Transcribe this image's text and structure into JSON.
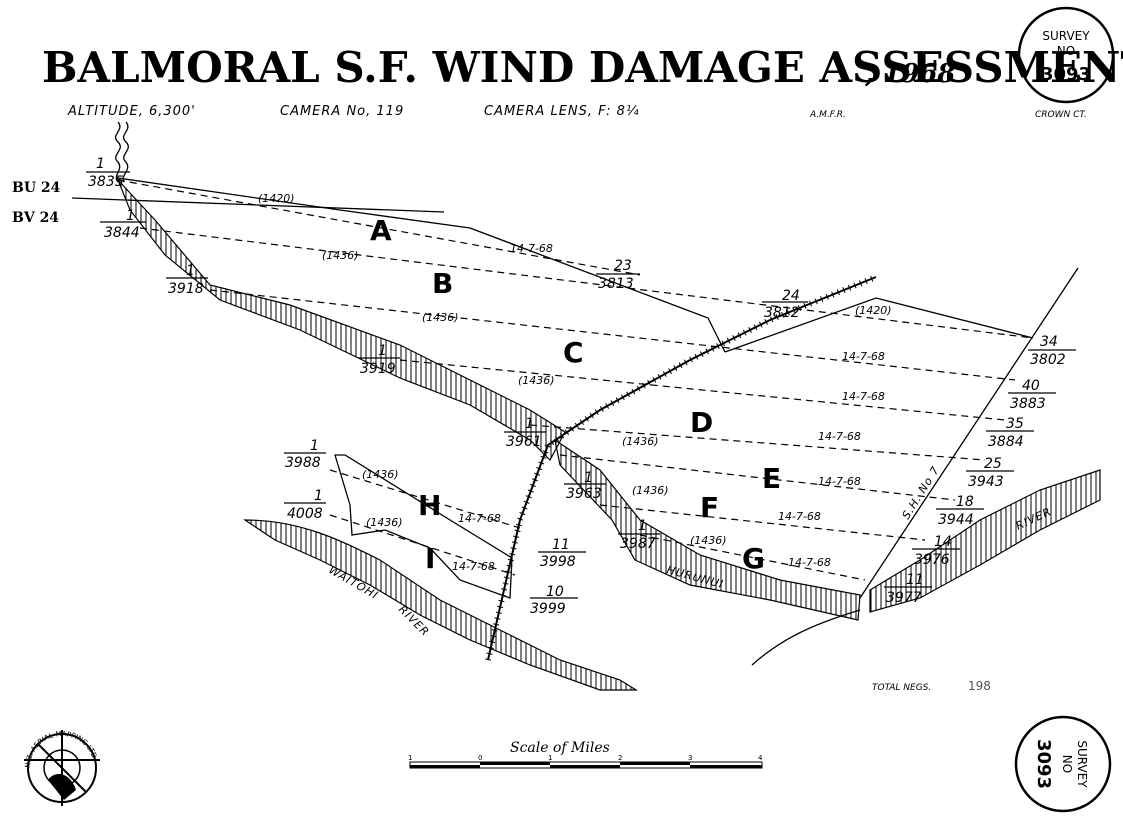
{
  "title": "BALMORAL S.F. WIND DAMAGE ASSESSMENT",
  "year": ", 1968",
  "subtitle": {
    "altitude": "ALTITUDE, 6,300'",
    "camera": "CAMERA No, 119",
    "lens": "CAMERA LENS, F: 8¼",
    "initials": "A.M.F.R.",
    "crown": "CROWN CT."
  },
  "survey_stamp": {
    "label_top": "SURVEY",
    "label_no": "NO",
    "number": "3093"
  },
  "grid_labels": {
    "bu": "BU 24",
    "bv": "BV 24"
  },
  "runs": [
    {
      "letter": "A",
      "altitude": "(1420)",
      "date": "14-7-68",
      "start_run": "1",
      "start_photo": "3835",
      "end_run": "23",
      "end_photo": "3813"
    },
    {
      "letter": "B",
      "altitude": "(1436)",
      "date": "",
      "start_run": "1",
      "start_photo": "3844",
      "end_run": "24",
      "end_photo": "3812"
    },
    {
      "letter": "C",
      "altitude": "(1436)",
      "date": "14-7-68",
      "start_run": "1",
      "start_photo": "3918",
      "end_run": "34",
      "end_photo": "3802",
      "end_altitude": "(1420)"
    },
    {
      "letter": "D",
      "altitude": "(1436)",
      "date": "14-7-68",
      "start_run": "1",
      "start_photo": "3919",
      "end_run": "40",
      "end_photo": "3883"
    },
    {
      "letter": "E",
      "altitude": "(1436)",
      "date": "14-7-68",
      "start_run": "1",
      "start_photo": "3961",
      "end_run": "35",
      "end_photo": "3884"
    },
    {
      "letter": "F",
      "altitude": "(1436)",
      "date": "14-7-68",
      "start_run": "1",
      "start_photo": "3963",
      "end_run": "25",
      "end_photo": "3943"
    },
    {
      "letter": "G",
      "altitude": "(1436)",
      "date": "14-7-68",
      "start_run": "1",
      "start_photo": "3987",
      "end_run": "18",
      "end_photo": "3944"
    },
    {
      "letter": "H",
      "altitude": "(1436)",
      "date": "14-7-68",
      "start_run": "1",
      "start_photo": "3988",
      "end_run": "11",
      "end_photo": "3998"
    },
    {
      "letter": "I",
      "altitude": "(1436)",
      "date": "14-7-68",
      "start_run": "1",
      "start_photo": "4008",
      "end_run": "10",
      "end_photo": "3999"
    }
  ],
  "extra_photos": [
    {
      "run": "14",
      "photo": "3976"
    },
    {
      "run": "11",
      "photo": "3977"
    }
  ],
  "extra_dates": [
    "14-7-68"
  ],
  "rivers": {
    "waitohi": "WAITOHI",
    "waitohi_river": "RIVER",
    "hurunui": "HURUNUI",
    "river_right": "RIVER"
  },
  "road": "S.H. No 7",
  "total_negs": {
    "label": "TOTAL NEGS.",
    "value": "198"
  },
  "scale": {
    "label": "Scale of Miles",
    "ticks": [
      "1",
      "0",
      "1",
      "2",
      "3",
      "4"
    ]
  },
  "logo": {
    "text": "N.Z. AERIAL MAPPING LTD.",
    "icon": "aerial-mapping-logo-icon"
  },
  "colors": {
    "ink": "#000000",
    "paper": "#ffffff"
  }
}
